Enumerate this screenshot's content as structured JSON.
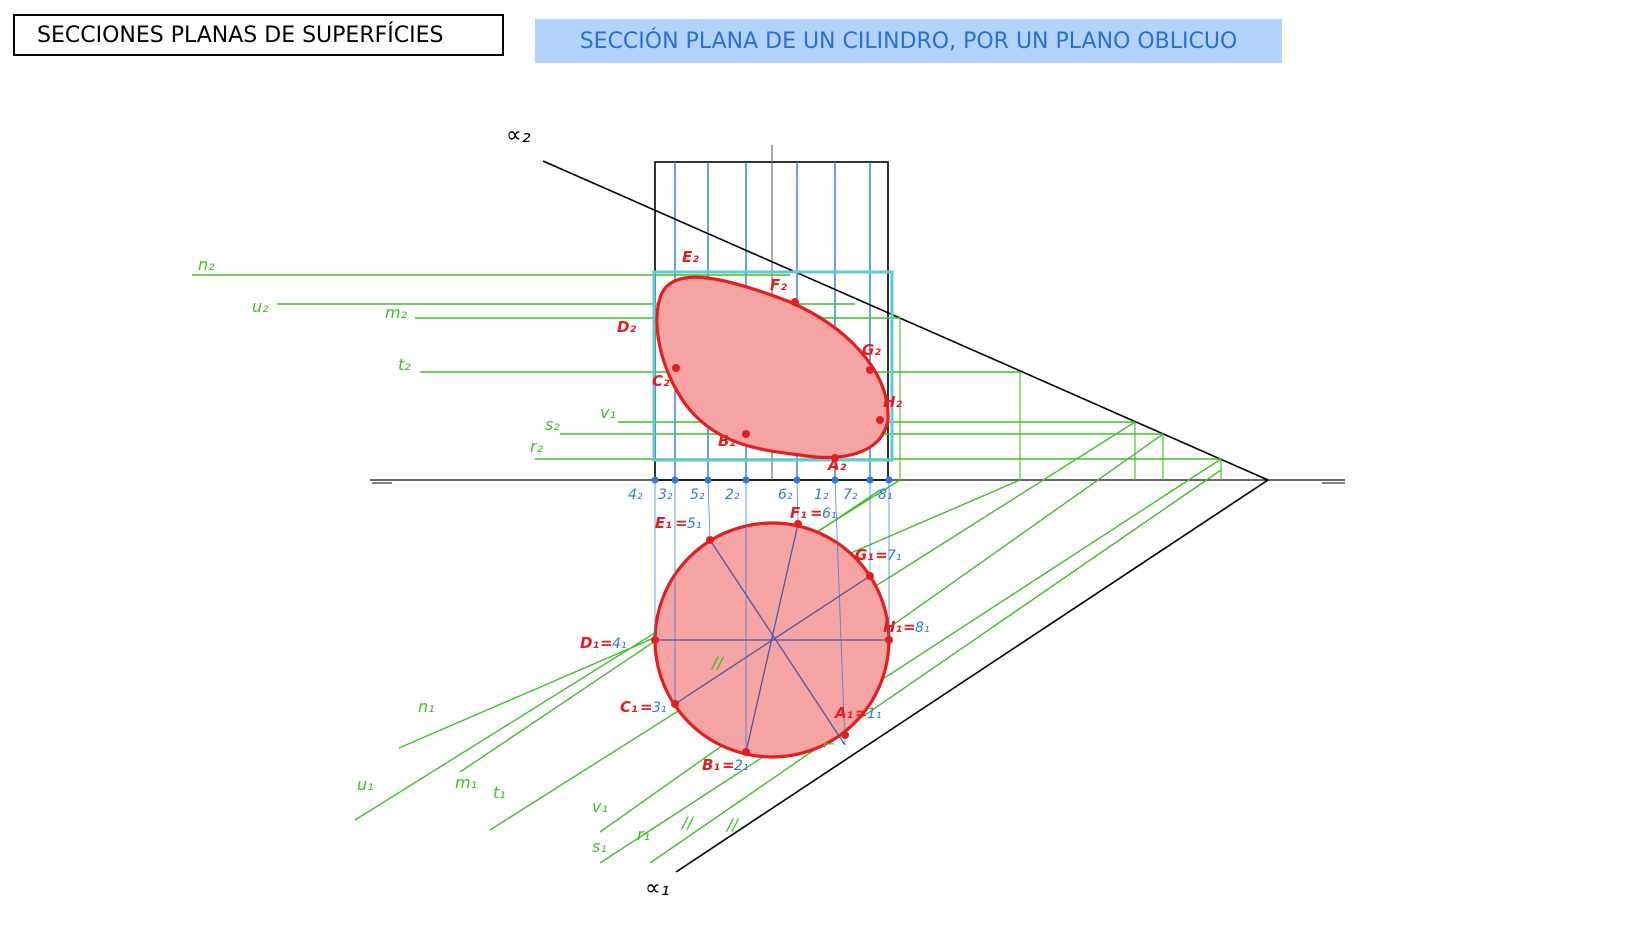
{
  "header": {
    "title": "SECCIONES PLANAS DE SUPERFÍCIES",
    "subtitle": "SECCIÓN PLANA DE UN CILINDRO, POR UN PLANO OBLICUO"
  },
  "colors": {
    "construction_green": "#3fbf27",
    "generatrix_blue": "#2b7be0",
    "section_red": "#e41e1e",
    "section_fill": "#f6a3a3",
    "frame_cyan": "#62c8d8",
    "dark_green": "#6b8e23",
    "title_bg": "#b3d3ff"
  },
  "plane_traces": {
    "alpha2": "∝₂",
    "alpha1": "∝₁"
  },
  "green_labels_elevation": [
    "n₂",
    "u₂",
    "m₂",
    "t₂",
    "v₁",
    "s₂",
    "r₂"
  ],
  "green_labels_plan": [
    "n₁",
    "u₁",
    "m₁",
    "t₁",
    "v₁",
    "s₁",
    "r₁"
  ],
  "red_labels_elevation": [
    "E₂",
    "F₂",
    "D₂",
    "G₂",
    "C₂",
    "H₂",
    "B₂",
    "A₂"
  ],
  "blue_labels_ground": [
    "4₂",
    "3₂",
    "5₂",
    "2₂",
    "6₂",
    "1₂",
    "7₂",
    "8₁"
  ],
  "plan_labels": [
    {
      "red": "E₁",
      "blue": "5₁",
      "sep": "="
    },
    {
      "red": "F₁",
      "blue": "6₁",
      "sep": "="
    },
    {
      "red": "G₁",
      "blue": "7₁",
      "sep": "="
    },
    {
      "red": "H₁",
      "blue": "8₁",
      "sep": "="
    },
    {
      "red": "D₁",
      "blue": "4₁",
      "sep": "="
    },
    {
      "red": "C₁",
      "blue": "3₁",
      "sep": "="
    },
    {
      "red": "B₁",
      "blue": "2₁",
      "sep": "="
    },
    {
      "red": "A₁",
      "blue": "1₁",
      "sep": "="
    }
  ],
  "parallel_marks": [
    "//",
    "//",
    "//"
  ],
  "right_angle_mark": "⌐"
}
